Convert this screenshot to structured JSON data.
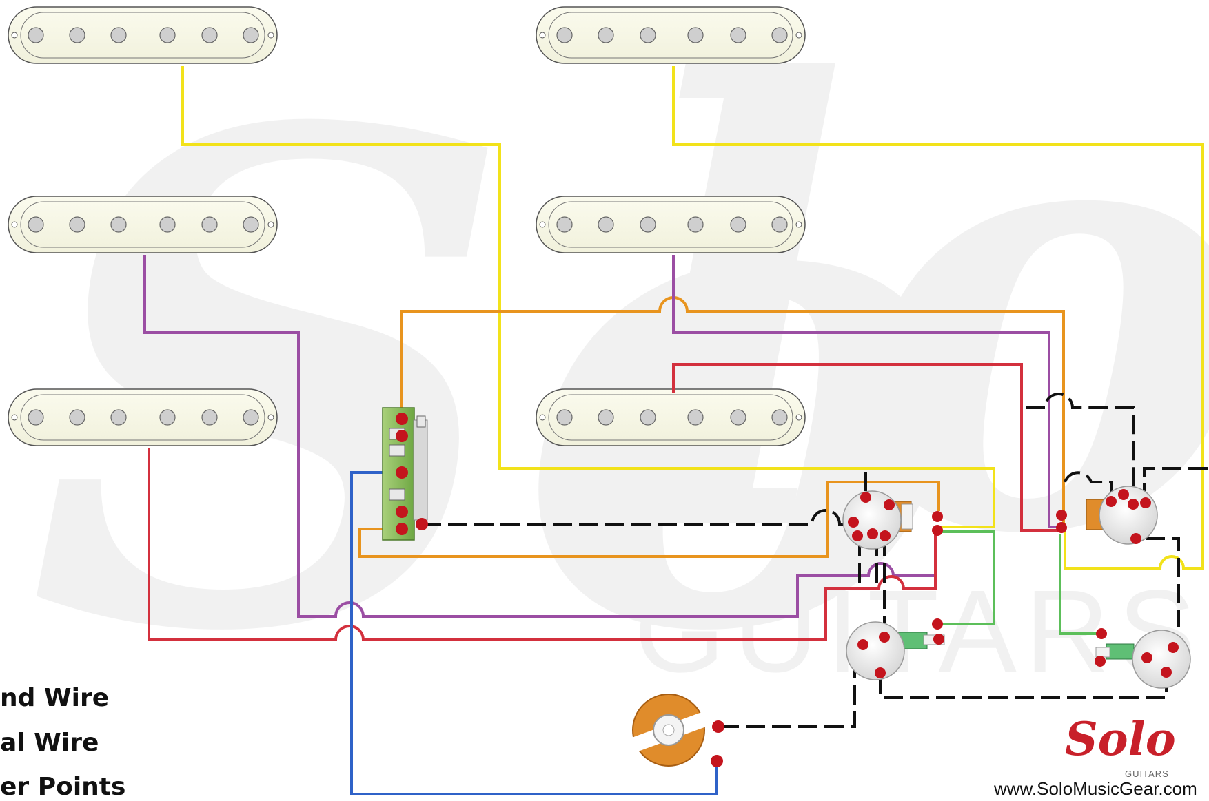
{
  "legend": {
    "ground": "nd Wire",
    "signal": "al Wire",
    "solder": "er Points"
  },
  "brand": {
    "name": "Solo",
    "sub": "GUITARS",
    "url": "www.SoloMusicGear.com"
  },
  "watermark": {
    "text": "GUITARS"
  },
  "colors": {
    "yellow": "#f2e21a",
    "orange": "#e8941e",
    "purple": "#9b4ea3",
    "red": "#d3303d",
    "blue": "#2f62c8",
    "green": "#5cbf5a",
    "ground": "#111111",
    "solder": "#c4141d",
    "brand": "#c8202a"
  }
}
